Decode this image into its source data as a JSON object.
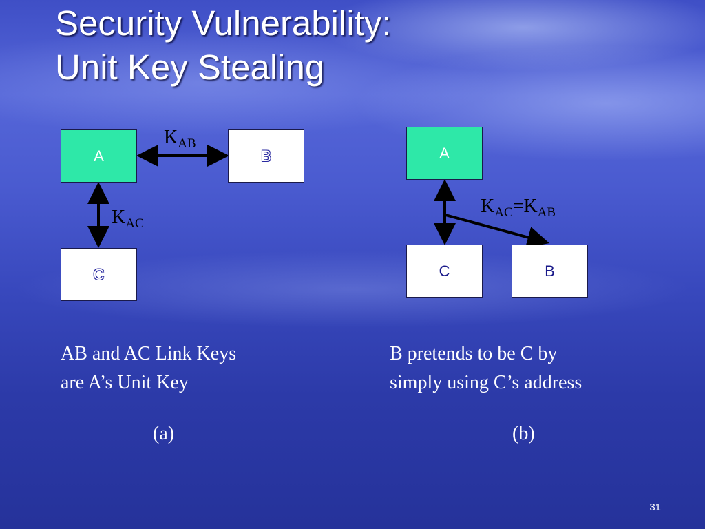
{
  "title": {
    "line1": "Security Vulnerability:",
    "line2": "Unit Key Stealing"
  },
  "diagram_a": {
    "node_a": "A",
    "node_b": "B",
    "node_c": "C",
    "key_ab": {
      "k": "K",
      "sub": "AB"
    },
    "key_ac": {
      "k": "K",
      "sub": "AC"
    },
    "caption_line1": "AB and AC Link Keys",
    "caption_line2": "are A’s Unit Key",
    "label": "(a)"
  },
  "diagram_b": {
    "node_a": "A",
    "node_c": "C",
    "node_b": "B",
    "key": {
      "k1": "K",
      "sub1": "AC",
      "eq": "=",
      "k2": "K",
      "sub2": "AB"
    },
    "caption_line1": "B pretends to be C by",
    "caption_line2": "simply using C’s address",
    "label": "(b)"
  },
  "page_number": "31",
  "colors": {
    "node_green": "#2ee8a8",
    "node_white": "#ffffff",
    "arrow": "#000000"
  }
}
